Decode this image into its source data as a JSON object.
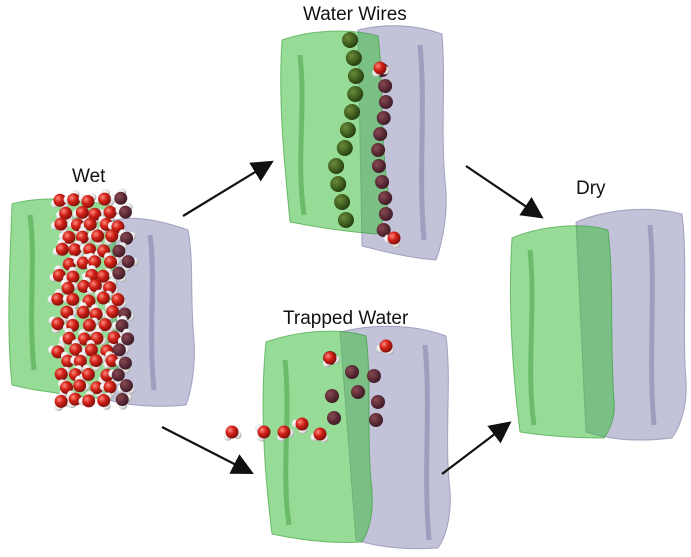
{
  "labels": {
    "wet": "Wet",
    "water_wires": "Water Wires",
    "dry": "Dry",
    "trapped_water": "Trapped Water"
  },
  "colors": {
    "green_protein": "#3fbf3f",
    "purple_protein": "#8f8fb8",
    "oxygen": "#c8201a",
    "hydrogen": "#e9e9e9",
    "arrow": "#111111"
  },
  "icons": {
    "water_molecule": "water-molecule-icon",
    "arrow": "arrow-icon"
  }
}
